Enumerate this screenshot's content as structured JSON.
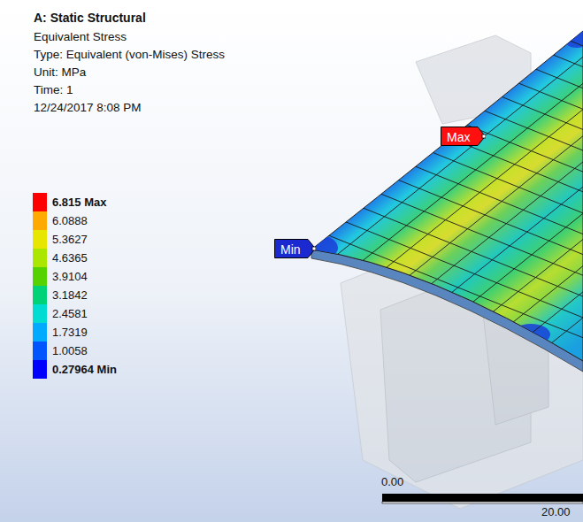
{
  "diagram": {
    "title": "A: Static Structural",
    "nodes": [
      {
        "text": [
          "Max"
        ]
      },
      {
        "text": [
          "Min"
        ]
      }
    ],
    "labels": [
      "Equivalent Stress",
      "Type: Equivalent (von-Mises) Stress",
      "Unit: MPa",
      "Time: 1",
      "12/24/2017 8:08 PM",
      "0.00",
      "20.00"
    ],
    "legend": [
      {
        "text": "6.815 Max",
        "color": "#ff0000"
      },
      {
        "text": "6.0888",
        "color": "#ffaa00"
      },
      {
        "text": "5.3627",
        "color": "#e6e600"
      },
      {
        "text": "4.6365",
        "color": "#aae600"
      },
      {
        "text": "3.9104",
        "color": "#55d200"
      },
      {
        "text": "3.1842",
        "color": "#00d278"
      },
      {
        "text": "2.4581",
        "color": "#00dcd2"
      },
      {
        "text": "1.7319",
        "color": "#00aaff"
      },
      {
        "text": "1.0058",
        "color": "#0055ff"
      },
      {
        "text": "0.27964 Min",
        "color": "#0000ff"
      }
    ]
  }
}
